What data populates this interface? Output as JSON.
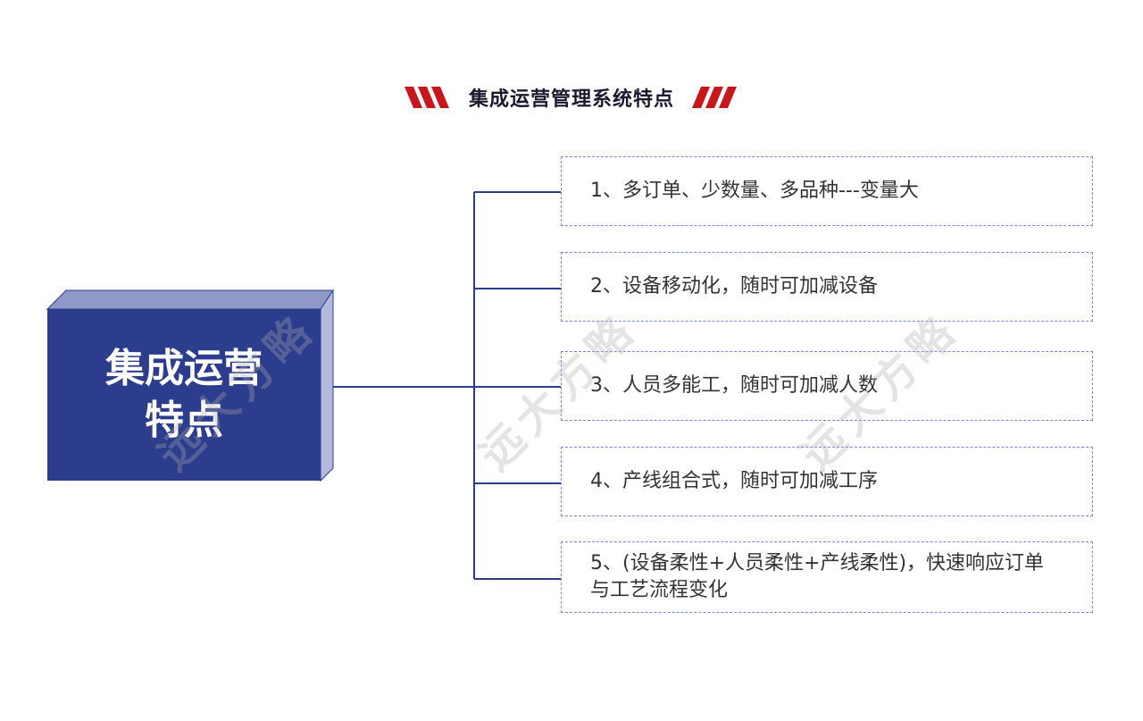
{
  "header": {
    "title": "集成运营管理系统特点",
    "accent_color": "#c8161d"
  },
  "root": {
    "line1": "集成运营",
    "line2": "特点",
    "color": "#2b3d8c"
  },
  "items": [
    {
      "text": "1、多订单、少数量、多品种---变量大"
    },
    {
      "text": "2、设备移动化，随时可加减设备"
    },
    {
      "text": "3、人员多能工，随时可加减人数"
    },
    {
      "text": "4、产线组合式，随时可加减工序"
    },
    {
      "text": "5、(设备柔性+人员柔性+产线柔性)，快速响应订单与工艺流程变化"
    }
  ],
  "watermark": "远大方略"
}
